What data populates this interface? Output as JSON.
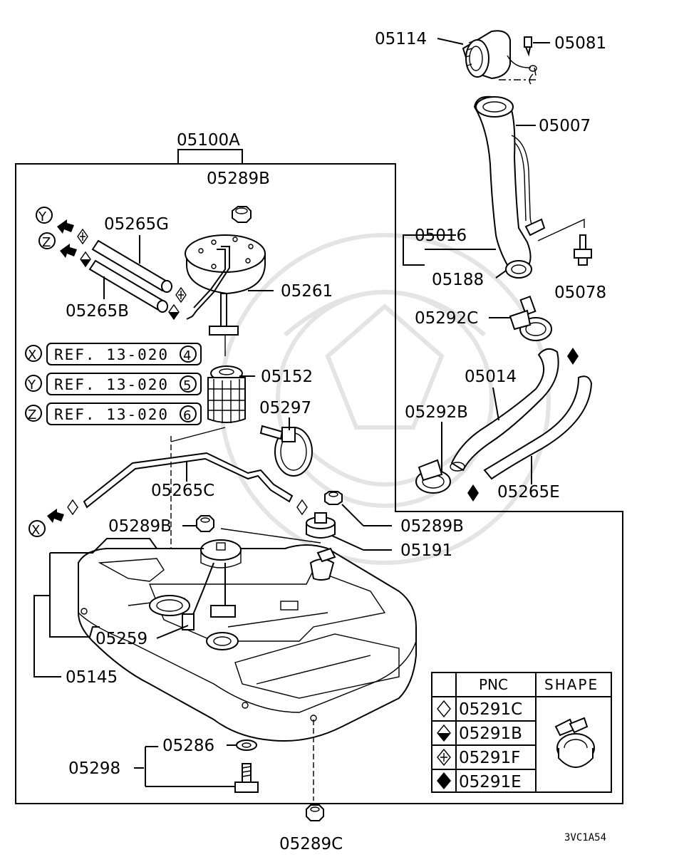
{
  "parts": {
    "p05114": "05114",
    "p05081": "05081",
    "p05007": "05007",
    "p05100A": "05100A",
    "p05289B_top": "05289B",
    "p05265G": "05265G",
    "p05261": "05261",
    "p05265B": "05265B",
    "p05016": "05016",
    "p05188": "05188",
    "p05078": "05078",
    "p05292C": "05292C",
    "p05014": "05014",
    "p05152": "05152",
    "p05297": "05297",
    "p05292B": "05292B",
    "p05265C": "05265C",
    "p05265E": "05265E",
    "p05289B_mid_left": "05289B",
    "p05289B_mid_right": "05289B",
    "p05191": "05191",
    "p05259": "05259",
    "p05145": "05145",
    "p05286": "05286",
    "p05298": "05298",
    "p05289C": "05289C"
  },
  "references": [
    {
      "marker": "X",
      "text": "REF. 13-020",
      "num": "4"
    },
    {
      "marker": "Y",
      "text": "REF. 13-020",
      "num": "5"
    },
    {
      "marker": "Z",
      "text": "REF. 13-020",
      "num": "6"
    }
  ],
  "flow_markers": {
    "y": "Y",
    "z": "Z",
    "x": "X"
  },
  "legend": {
    "col_pnc": "PNC",
    "col_shape": "SHAPE",
    "rows": [
      {
        "symbol": "open-diamond-icon",
        "pnc": "05291C"
      },
      {
        "symbol": "half-diamond-icon",
        "pnc": "05291B"
      },
      {
        "symbol": "cross-diamond-icon",
        "pnc": "05291F"
      },
      {
        "symbol": "solid-diamond-icon",
        "pnc": "05291E"
      }
    ]
  },
  "diagram_code": "3VC1A54"
}
